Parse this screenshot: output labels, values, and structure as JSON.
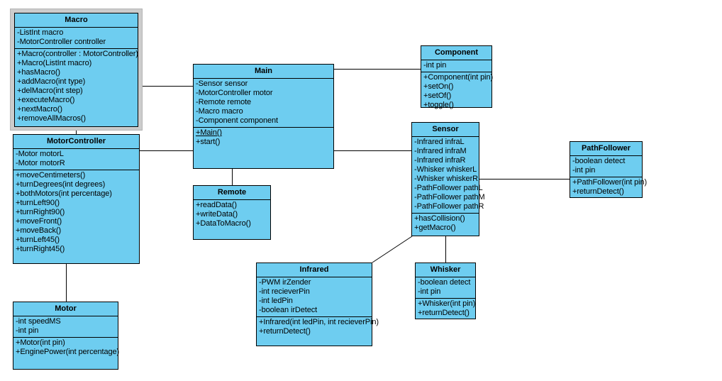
{
  "diagram": {
    "title": "UML Class Diagram",
    "background_color": "#ffffff",
    "class_fill_color": "#6ecdf0",
    "class_border_color": "#000000",
    "selection_frame_color": "#cccccc"
  },
  "classes": {
    "macro": {
      "name": "Macro",
      "attributes": [
        "-ListInt macro",
        "-MotorController controller"
      ],
      "methods": [
        "+Macro(controller : MotorController)",
        "+Macro(ListInt macro)",
        "+hasMacro()",
        "+addMacro(int type)",
        "+delMacro(int step)",
        "+executeMacro()",
        "+nextMacro()",
        "+removeAllMacros()"
      ]
    },
    "motorcontroller": {
      "name": "MotorController",
      "attributes": [
        "-Motor motorL",
        "-Motor motorR"
      ],
      "methods": [
        "+moveCentimeters()",
        "+turnDegrees(int degrees)",
        "+bothMotors(int percentage)",
        "+turnLeft90()",
        "+turnRight90()",
        "+moveFront()",
        "+moveBack()",
        "+turnLeft45()",
        "+turnRight45()"
      ]
    },
    "motor": {
      "name": "Motor",
      "attributes": [
        "-int speedMS",
        "-int pin"
      ],
      "methods": [
        "+Motor(int pin)",
        "+EnginePower(int percentage)"
      ]
    },
    "main": {
      "name": "Main",
      "attributes": [
        "-Sensor sensor",
        "-MotorController motor",
        "-Remote remote",
        "-Macro macro",
        "-Component component"
      ],
      "methods": [
        "+Main()",
        "+start()"
      ],
      "static_methods": [
        "+Main()"
      ]
    },
    "remote": {
      "name": "Remote",
      "attributes": [],
      "methods": [
        "+readData()",
        "+writeData()",
        "+DataToMacro()"
      ]
    },
    "component": {
      "name": "Component",
      "attributes": [
        "-int pin"
      ],
      "methods": [
        "+Component(int pin)",
        "+setOn()",
        "+setOf()",
        "+toggle()"
      ]
    },
    "sensor": {
      "name": "Sensor",
      "attributes": [
        "-Infrared infraL",
        "-Infrared infraM",
        "-Infrared infraR",
        "-Whisker whiskerL",
        "-Whisker whiskerR",
        "-PathFollower pathL",
        "-PathFollower pathM",
        "-PathFollower pathR"
      ],
      "methods": [
        "+hasCollision()",
        "+getMacro()"
      ]
    },
    "pathfollower": {
      "name": "PathFollower",
      "attributes": [
        "-boolean detect",
        "-int pin"
      ],
      "methods": [
        "+PathFollower(int pin)",
        "+returnDetect()"
      ]
    },
    "infrared": {
      "name": "Infrared",
      "attributes": [
        "-PWM irZender",
        "-int recieverPin",
        "-int ledPin",
        "-boolean irDetect"
      ],
      "methods": [
        "+Infrared(int ledPin, int recieverPin)",
        "+returnDetect()"
      ]
    },
    "whisker": {
      "name": "Whisker",
      "attributes": [
        "-boolean detect",
        "-int pin"
      ],
      "methods": [
        "+Whisker(int pin)",
        "+returnDetect()"
      ]
    }
  },
  "associations": [
    {
      "from": "Macro",
      "to": "Main",
      "kind": "association"
    },
    {
      "from": "Macro",
      "to": "MotorController",
      "kind": "association"
    },
    {
      "from": "MotorController",
      "to": "Main",
      "kind": "association"
    },
    {
      "from": "MotorController",
      "to": "Motor",
      "kind": "association"
    },
    {
      "from": "Main",
      "to": "Component",
      "kind": "association"
    },
    {
      "from": "Main",
      "to": "Remote",
      "kind": "association"
    },
    {
      "from": "Main",
      "to": "Sensor",
      "kind": "association"
    },
    {
      "from": "Sensor",
      "to": "PathFollower",
      "kind": "association"
    },
    {
      "from": "Sensor",
      "to": "Infrared",
      "kind": "association"
    },
    {
      "from": "Sensor",
      "to": "Whisker",
      "kind": "association"
    }
  ]
}
